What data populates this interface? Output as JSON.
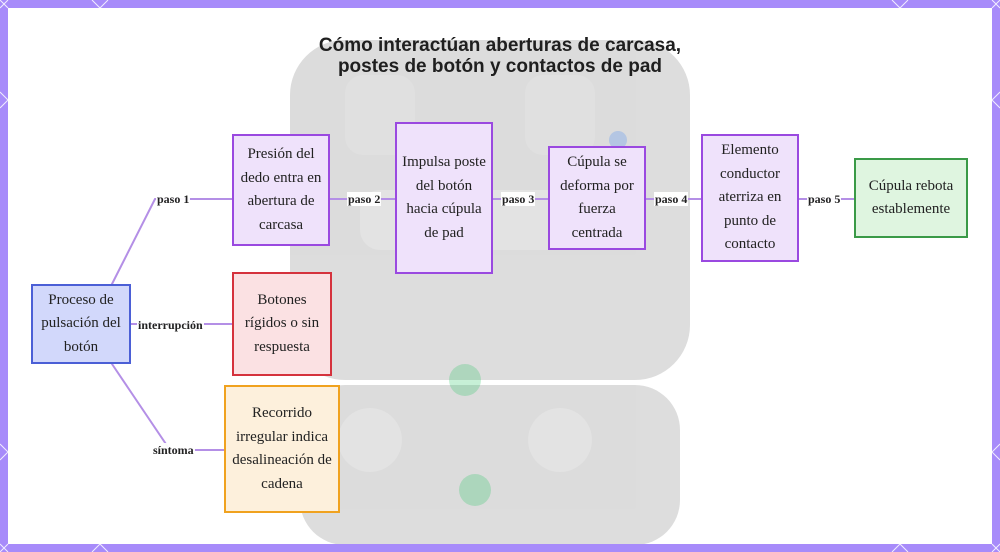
{
  "title": "Cómo interactúan aberturas de carcasa, postes de botón y contactos de pad",
  "nodes": {
    "start": "Proceso de pulsación del botón",
    "step1": "Presión del dedo entra en abertura de carcasa",
    "step2": "Impulsa poste del botón hacia cúpula de pad",
    "step3": "Cúpula se deforma por fuerza centrada",
    "step4": "Elemento conductor aterriza en punto de contacto",
    "step5": "Cúpula rebota establemente",
    "interruption": "Botones rígidos o sin respuesta",
    "symptom": "Recorrido irregular indica desalineación de cadena"
  },
  "edge_labels": {
    "step1": "paso 1",
    "step2": "paso 2",
    "step3": "paso 3",
    "step4": "paso 4",
    "step5": "paso 5",
    "interruption": "interrupción",
    "symptom": "síntoma"
  },
  "colors": {
    "frame": "#a78bfa",
    "start": "#4b5fd6",
    "step": "#9a49e0",
    "final": "#3a9a47",
    "interruption": "#d5323d",
    "symptom": "#f0a21f",
    "edge": "#b48fe6"
  }
}
